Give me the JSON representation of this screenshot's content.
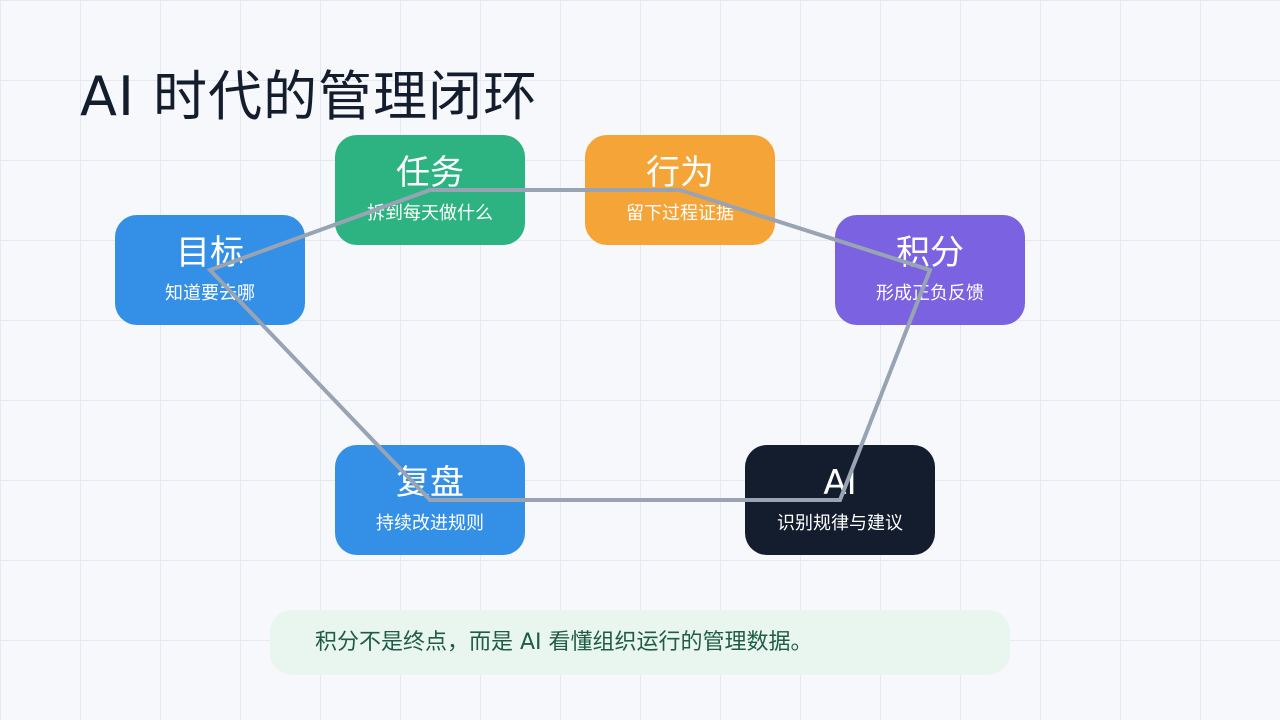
{
  "title": "AI 时代的管理闭环",
  "nodes": [
    {
      "key": "goal",
      "name": "目标",
      "desc": "知道要去哪",
      "color": "#3490e6"
    },
    {
      "key": "task",
      "name": "任务",
      "desc": "拆到每天做什么",
      "color": "#2db282"
    },
    {
      "key": "action",
      "name": "行为",
      "desc": "留下过程证据",
      "color": "#f5a437"
    },
    {
      "key": "points",
      "name": "积分",
      "desc": "形成正负反馈",
      "color": "#7a62e0"
    },
    {
      "key": "ai",
      "name": "AI",
      "desc": "识别规律与建议",
      "color": "#141d2e"
    },
    {
      "key": "review",
      "name": "复盘",
      "desc": "持续改进规则",
      "color": "#3490e6"
    }
  ],
  "loop_color": "#98a3b3",
  "note": "积分不是终点，而是 AI 看懂组织运行的管理数据。"
}
